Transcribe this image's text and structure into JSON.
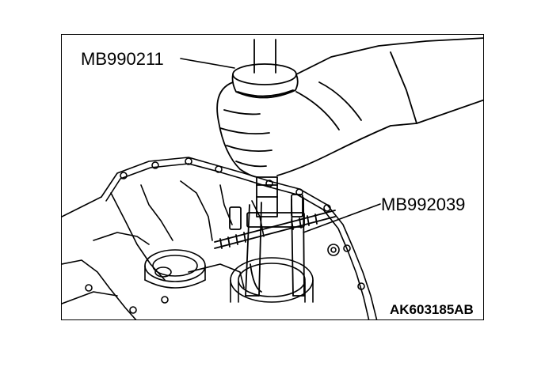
{
  "figure": {
    "callouts": [
      {
        "id": "tool-1",
        "label": "MB990211"
      },
      {
        "id": "tool-2",
        "label": "MB992039"
      }
    ],
    "figure_code": "AK603185AB",
    "colors": {
      "line": "#000000",
      "background": "#ffffff"
    }
  }
}
